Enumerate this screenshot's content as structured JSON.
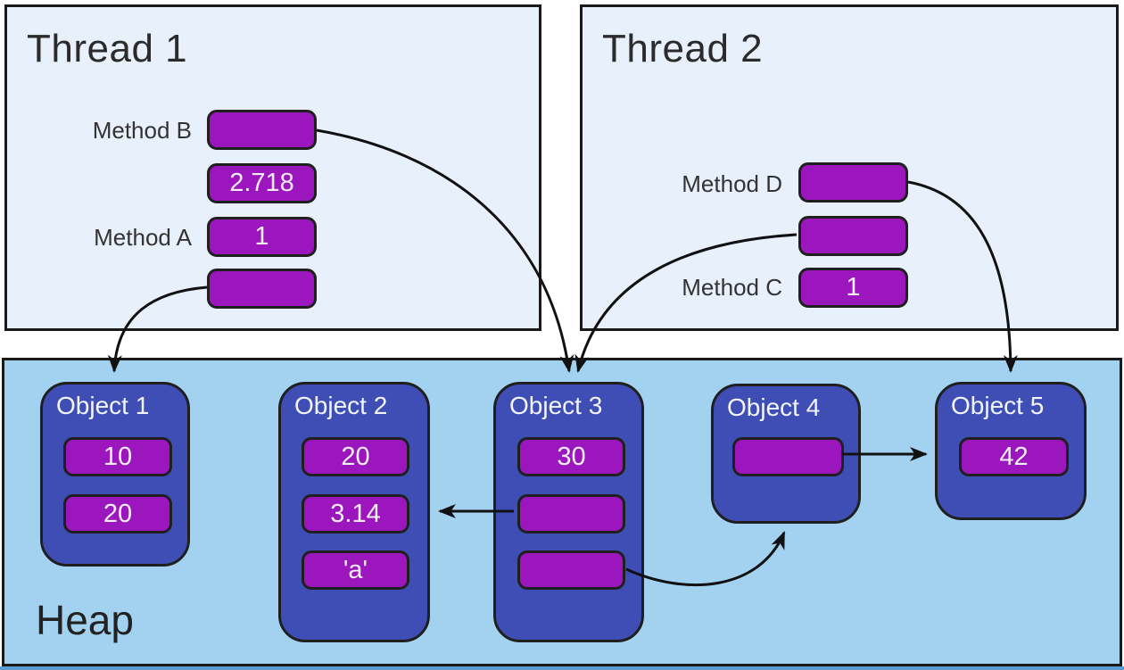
{
  "threads": [
    {
      "title": "Thread 1",
      "frames": [
        {
          "label": "Method B",
          "value": ""
        },
        {
          "value": "2.718"
        },
        {
          "label": "Method A",
          "value": "1"
        },
        {
          "value": ""
        }
      ]
    },
    {
      "title": "Thread 2",
      "frames": [
        {
          "label": "Method D",
          "value": ""
        },
        {
          "value": ""
        },
        {
          "label": "Method C",
          "value": "1"
        }
      ]
    }
  ],
  "heap": {
    "title": "Heap",
    "objects": [
      {
        "title": "Object 1",
        "slots": [
          "10",
          "20"
        ]
      },
      {
        "title": "Object 2",
        "slots": [
          "20",
          "3.14",
          "'a'"
        ]
      },
      {
        "title": "Object 3",
        "slots": [
          "30",
          "",
          ""
        ]
      },
      {
        "title": "Object 4",
        "slots": [
          ""
        ]
      },
      {
        "title": "Object 5",
        "slots": [
          "42"
        ]
      }
    ]
  },
  "arrows": [
    "thread1-frame3-to-object1",
    "thread1-methodB-frame-to-object3",
    "thread2-frame1-to-object3",
    "thread2-methodD-frame-to-object5",
    "object3-slot1-to-object2-slot1",
    "object3-slot2-to-object4",
    "object4-slot0-to-object5"
  ],
  "colors": {
    "thread_background": "#e8f1fb",
    "heap_background": "#a3d2f1",
    "object_background": "#3e4eb5",
    "slot_background": "#9c16bd",
    "border": "#1a1a1a",
    "arrow": "#111111",
    "bottom_strip": "#5b9bd5",
    "dark_text": "#2b2b2b",
    "light_text": "#f4eef8"
  }
}
